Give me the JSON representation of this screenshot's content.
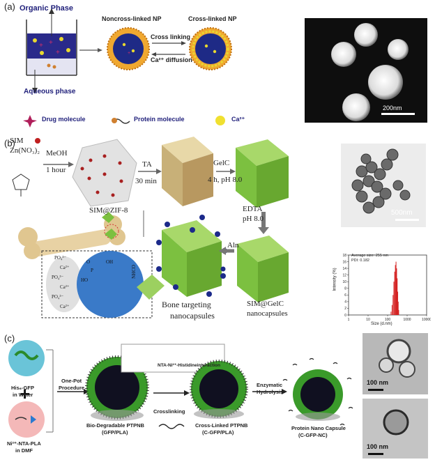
{
  "panel_a": {
    "tag": "(a)",
    "organic_phase": "Organic Phase",
    "aqueous_phase": "Aqueous phase",
    "noncross_np": "Noncross-linked NP",
    "cross_np": "Cross-linked NP",
    "cross_linking": "Cross linking",
    "ca_diffusion": "Ca²⁺ diffusion",
    "legend_drug": "Drug molecule",
    "legend_protein": "Protein molecule",
    "legend_ca": "Ca²⁺",
    "scale": "200nm"
  },
  "panel_b": {
    "tag": "(b)",
    "sim": "SIM",
    "zn": "Zn(NO₃)₂",
    "meoh": "MeOH",
    "one_hour": "1 hour",
    "sim_zif": "SIM@ZIF-8",
    "ta": "TA",
    "thirty_min": "30 min",
    "gelc": "GelC",
    "gelc_cond": "4 h, pH 8.0",
    "edta": "EDTA",
    "edta_ph": "pH 8.0",
    "aln": "Aln",
    "bone1": "Bone targeting",
    "bone2": "nanocapsules",
    "simgel1": "SIM@GelC",
    "simgel2": "nanocapsules",
    "scale": "500nm",
    "ions": [
      "PO₄³⁻",
      "Ca²⁺",
      "PO₄³⁻",
      "Ca²⁺",
      "PO₄³⁻",
      "Ca²⁺"
    ],
    "nhco": "NHCO",
    "oh": "OH",
    "ho": "HO",
    "p": "P",
    "o": "O"
  },
  "dls": {
    "info1": "Average size: 255 nm",
    "info2": "PDI: 0.182",
    "ylabel": "Intensity (%)",
    "xlabel": "Size (d.nm)"
  },
  "chart_data": {
    "type": "bar",
    "x": [
      150,
      170,
      190,
      210,
      230,
      250,
      270,
      290,
      310,
      330,
      350,
      370
    ],
    "values": [
      1,
      3,
      6,
      10,
      13,
      15,
      16,
      14,
      11,
      7,
      4,
      1.5
    ],
    "xlim": [
      1,
      10000
    ],
    "x_log": true,
    "ylim": [
      0,
      18
    ],
    "xticks": [
      "1",
      "10",
      "100",
      "1000",
      "10000"
    ],
    "yticks": [
      "0",
      "2",
      "4",
      "6",
      "8",
      "10",
      "12",
      "14",
      "16",
      "18"
    ],
    "color": "#d42020"
  },
  "panel_c": {
    "tag": "(c)",
    "his_gfp": "His₆-GFP",
    "in_water": "in Water",
    "nta_pla": "Ni²⁺-NTA-PLA",
    "in_dmf": "in DMF",
    "one_pot": "One-Pot",
    "procedure": "Procedure",
    "nta_interaction": "NTA-Ni²⁺-Histidineinteraction",
    "crosslinking": "Crosslinking",
    "enzymatic": "Enzymatic",
    "hydrolysis": "Hydrolysis",
    "bio1": "Bio-Degradable PTPNB",
    "bio2": "(GFP/PLA)",
    "cross1": "Cross-Linked PTPNB",
    "cross2": "(C-GFP/PLA)",
    "prot1": "Protein Nano Capsule",
    "prot2": "(C-GFP-NC)",
    "scale1": "100 nm",
    "scale2": "100 nm"
  }
}
